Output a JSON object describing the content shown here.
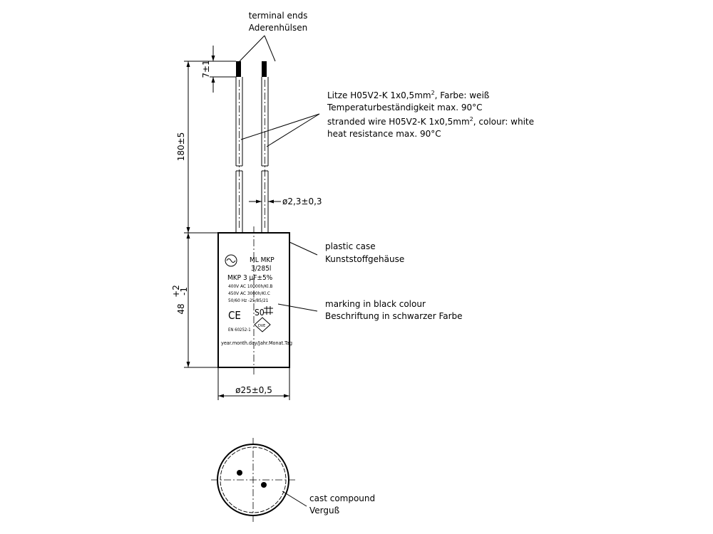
{
  "labels": {
    "terminal_en": "terminal ends",
    "terminal_de": "Aderenhülsen",
    "litze_de": "Litze  H05V2-K  1x0,5mm",
    "litze_de_sup": "2",
    "litze_de_tail": ",  Farbe: weiß",
    "temp_de": "Temperaturbeständigkeit max. 90°C",
    "stranded_en": "stranded wire  H05V2-K 1x0,5mm",
    "stranded_en_sup": "2",
    "stranded_en_tail": ",  colour: white",
    "heat_en": "heat resistance max. 90°C",
    "case_en": "plastic case",
    "case_de": "Kunststoffgehäuse",
    "marking_en": "marking in black colour",
    "marking_de": "Beschriftung in schwarzer Farbe",
    "cast_en": "cast compound",
    "cast_de": "Verguß"
  },
  "dimensions": {
    "terminal_len": "7±1",
    "wire_len": "180±5",
    "case_len": "48",
    "case_tol_plus": "+2",
    "case_tol_minus": "-1",
    "wire_dia": "ø2,3±0,3",
    "case_dia": "ø25±0,5"
  },
  "case_marking": {
    "line1": "ML  MKP",
    "line2": "3/285l",
    "line3": "MKP 3  μF±5%",
    "line4": "400V AC  10000h/Kl.B",
    "line5": "450V AC   3000h/Kl.C",
    "line6": "50/60 Hz  -25/85/21",
    "ce": "CE",
    "s0": "S0",
    "vde": "DVE",
    "norm": "EN 60252-1",
    "date": "year.month.day/Jahr.Monat.Tag"
  }
}
